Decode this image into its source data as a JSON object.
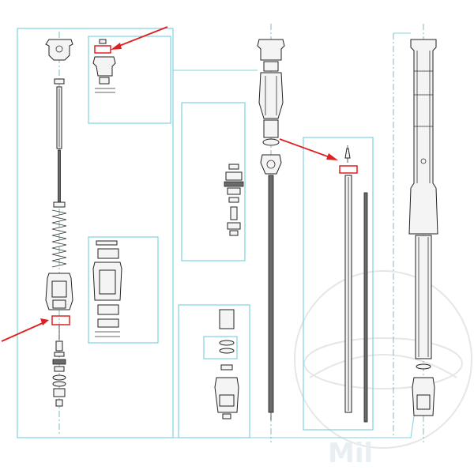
{
  "diagram": {
    "watermark_text": "Mil",
    "colors": {
      "frame": "#7fd3de",
      "highlight": "#e02020",
      "line": "#222222"
    },
    "callouts": [
      {
        "id": "top-left-cap-part"
      },
      {
        "id": "left-cartridge-part"
      },
      {
        "id": "needle-rod-part"
      }
    ]
  }
}
